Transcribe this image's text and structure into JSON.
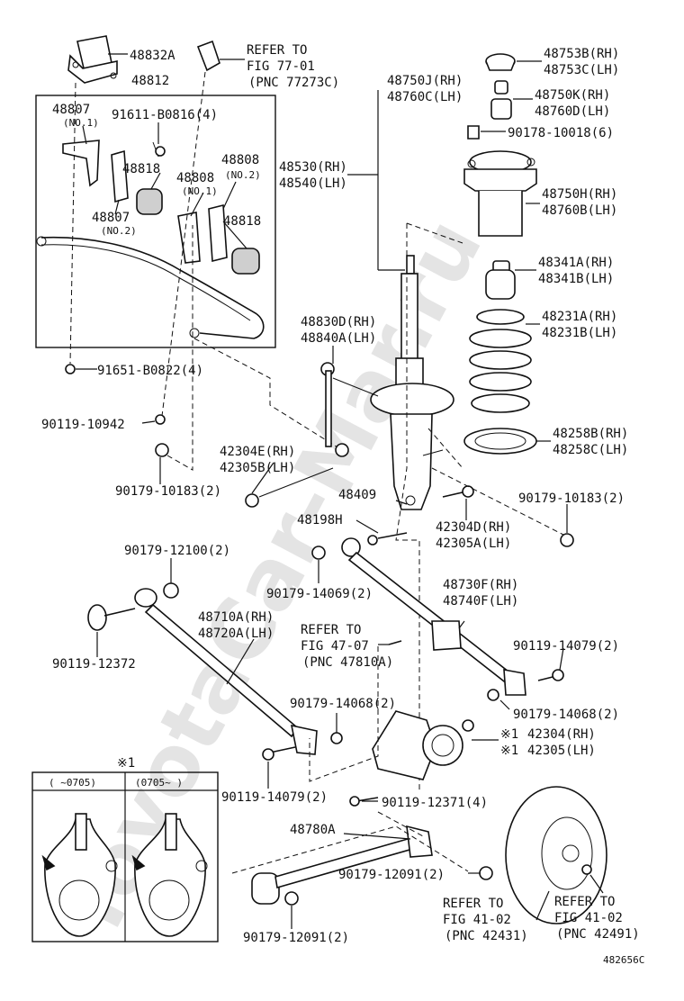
{
  "watermark": "ToyotaCar-Mar.ru",
  "diagram_id": "482656C",
  "star_symbol": "※1",
  "inset": {
    "col1": "(   ~0705)",
    "col2": "(0705~   )"
  },
  "labels": {
    "p48832A": "48832A",
    "p48812": "48812",
    "refer77a": "REFER TO",
    "refer77b": "FIG 77-01",
    "refer77c": "(PNC 77273C)",
    "p48807_1": "48807",
    "no1a": "(NO.1)",
    "p91611": "91611-B0816(4)",
    "p48808_2": "48808",
    "no2a": "(NO.2)",
    "p48818a": "48818",
    "p48808_1": "48808",
    "no1b": "(NO.1)",
    "p48807_2": "48807",
    "no2b": "(NO.2)",
    "p48818b": "48818",
    "p91651": "91651-B0822(4)",
    "p90119_10942": "90119-10942",
    "p90179_10183a": "90179-10183(2)",
    "p48750J": "48750J(RH)",
    "p48760C": "48760C(LH)",
    "p48530": "48530(RH)",
    "p48540": "48540(LH)",
    "p48830D": "48830D(RH)",
    "p48840A": "48840A(LH)",
    "p42304E": "42304E(RH)",
    "p42305B": "42305B(LH)",
    "p48409": "48409",
    "p48198H": "48198H",
    "p42304D": "42304D(RH)",
    "p42305A": "42305A(LH)",
    "p90179_10183b": "90179-10183(2)",
    "p48753B": "48753B(RH)",
    "p48753C": "48753C(LH)",
    "p48750K": "48750K(RH)",
    "p48760D": "48760D(LH)",
    "p90178": "90178-10018(6)",
    "p48750H": "48750H(RH)",
    "p48760B": "48760B(LH)",
    "p48341A": "48341A(RH)",
    "p48341B": "48341B(LH)",
    "p48231A": "48231A(RH)",
    "p48231B": "48231B(LH)",
    "p48258B": "48258B(RH)",
    "p48258C": "48258C(LH)",
    "p90179_12100": "90179-12100(2)",
    "p90179_14069": "90179-14069(2)",
    "p48730F": "48730F(RH)",
    "p48740F": "48740F(LH)",
    "p90119_12372": "90119-12372",
    "p48710A": "48710A(RH)",
    "p48720A": "48720A(LH)",
    "refer47a": "REFER TO",
    "refer47b": "FIG 47-07",
    "refer47c": "(PNC 47810A)",
    "p90119_14079a": "90119-14079(2)",
    "p90179_14068a": "90179-14068(2)",
    "p90179_14068b": "90179-14068(2)",
    "p42304": "42304(RH)",
    "p42305": "42305(LH)",
    "p90119_14079b": "90119-14079(2)",
    "p90119_12371": "90119-12371(4)",
    "p48780A": "48780A",
    "p90179_12091a": "90179-12091(2)",
    "p90179_12091b": "90179-12091(2)",
    "refer41a1": "REFER TO",
    "refer41a2": "FIG 41-02",
    "refer41a3": "(PNC 42431)",
    "refer41b1": "REFER TO",
    "refer41b2": "FIG 41-02",
    "refer41b3": "(PNC 42491)"
  }
}
